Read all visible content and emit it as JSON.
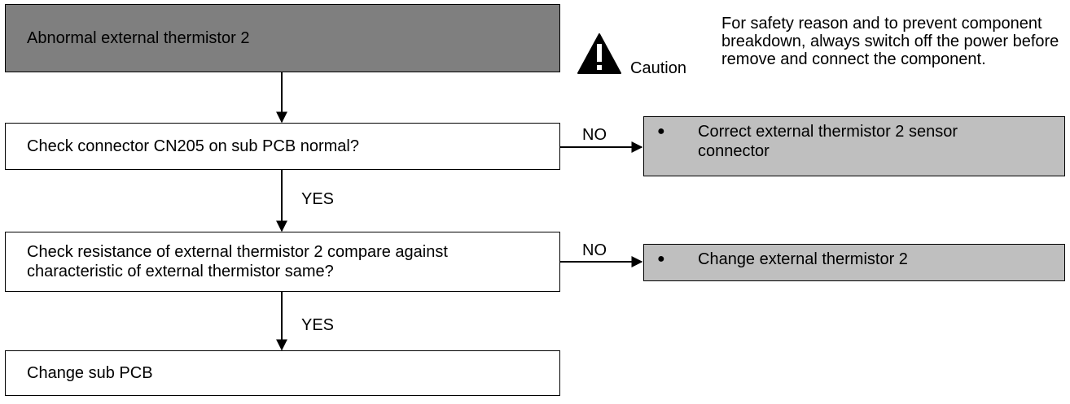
{
  "flowchart": {
    "start": "Abnormal external thermistor 2",
    "steps": [
      {
        "question": "Check connector CN205 on sub PCB normal?",
        "no_label": "NO",
        "no_action": "Correct external thermistor 2 sensor\nconnector",
        "yes_label": "YES"
      },
      {
        "question": "Check resistance of external thermistor 2 compare against\ncharacteristic of external thermistor same?",
        "no_label": "NO",
        "no_action": "Change external thermistor 2",
        "yes_label": "YES"
      }
    ],
    "end": "Change sub PCB",
    "bullet_symbol": "●"
  },
  "caution": {
    "icon": "warning-triangle-icon",
    "label": "Caution",
    "text": "For safety reason and to prevent component breakdown, always switch off the power before remove and connect the component."
  }
}
